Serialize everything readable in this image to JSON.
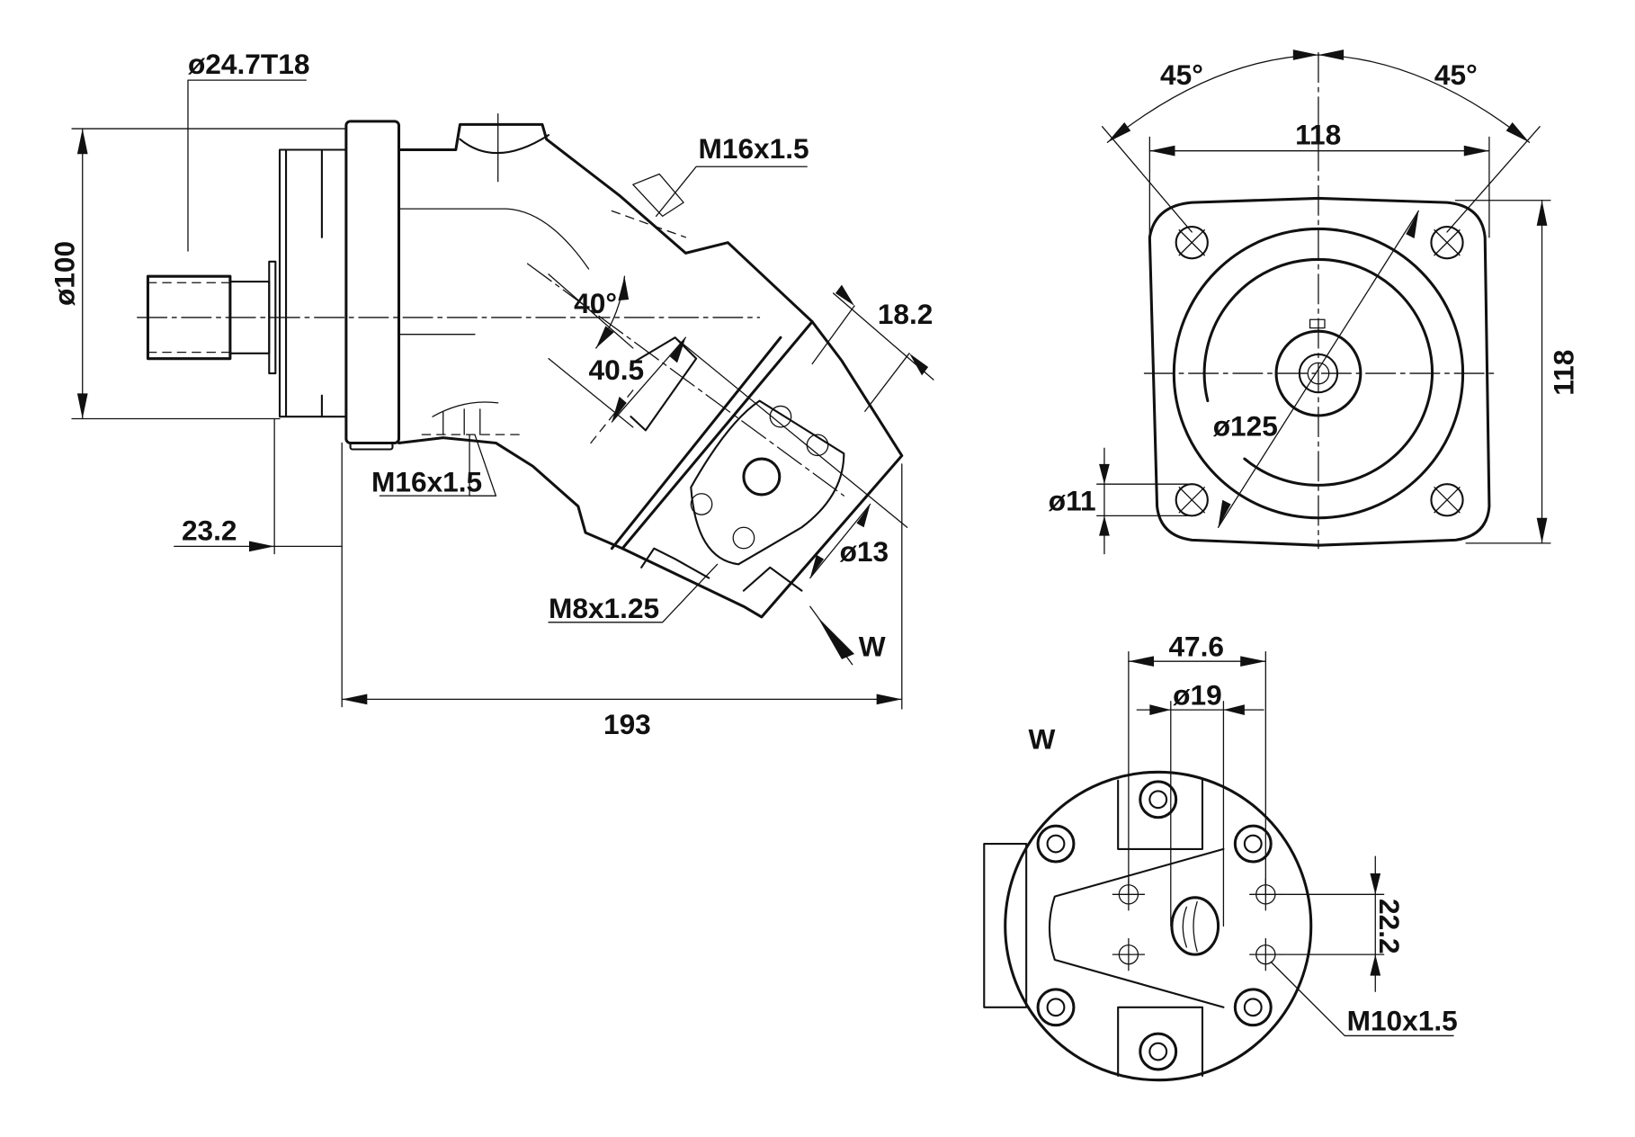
{
  "drawing": {
    "title": "Axial piston motor dimensional drawing",
    "side_view": {
      "shaft_spline": "ø24.7T18",
      "flange_diameter": "ø100",
      "port_top_thread": "M16x1.5",
      "port_bottom_thread": "M16x1.5",
      "bent_angle": "40°",
      "port_offset": "40.5",
      "port_width": "18.2",
      "bolt_hole": "ø13",
      "bolt_thread": "M8x1.25",
      "flange_offset": "23.2",
      "overall_length": "193",
      "view_marker": "W"
    },
    "front_view": {
      "angle_left": "45°",
      "angle_right": "45°",
      "width": "118",
      "height": "118",
      "pilot_diameter": "ø125",
      "mount_hole": "ø11"
    },
    "w_view": {
      "title": "W",
      "bolt_spacing": "47.6",
      "port_diameter": "ø19",
      "thread_spacing": "22.2",
      "thread": "M10x1.5"
    }
  }
}
